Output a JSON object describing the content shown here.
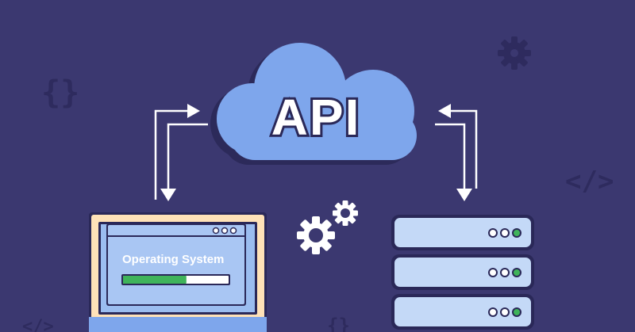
{
  "cloud": {
    "label": "API"
  },
  "laptop": {
    "screen_label": "Operating System",
    "progress": 0.6
  },
  "background_glyphs": {
    "braces_left": "{}",
    "tag_right": "</>",
    "tag_bottom_left": "</>",
    "braces_bottom": "{}"
  },
  "colors": {
    "background": "#3b3870",
    "cloud": "#7ea6ec",
    "laptop_frame": "#ffe2b8",
    "screen": "#a9c6f3",
    "server": "#c4d9f7",
    "progress_fill": "#3fb45a",
    "progress_track": "#ffffff",
    "dark_accent": "#2e2b5e"
  },
  "icons": [
    "gear-icon",
    "gear-icon",
    "gear-icon",
    "code-braces-icon",
    "code-tag-icon",
    "arrow-icon"
  ]
}
